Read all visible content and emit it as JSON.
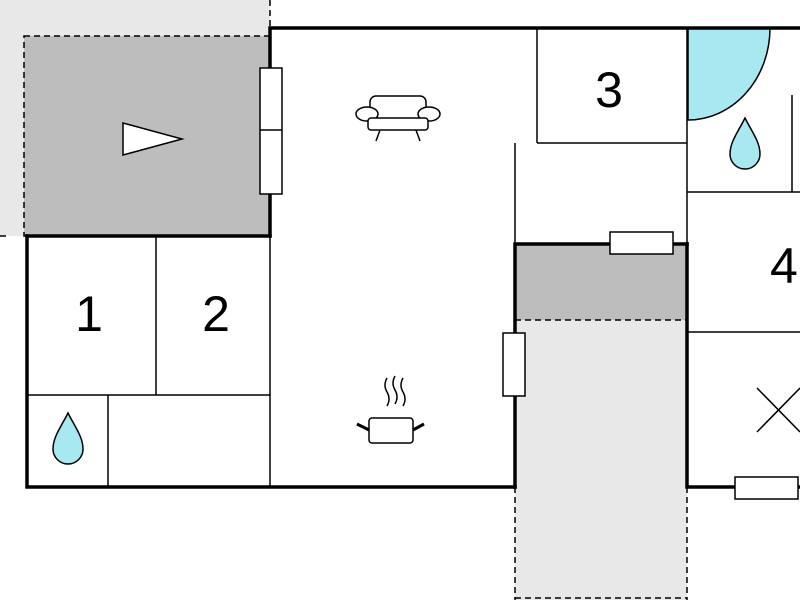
{
  "floor_plan": {
    "room_labels": [
      "1",
      "2",
      "3",
      "4"
    ],
    "icons": [
      "entrance-arrow-icon",
      "sofa-icon",
      "cooking-pot-icon",
      "water-drop-icon",
      "shower-icon",
      "cross-icon",
      "window-icon"
    ],
    "colors": {
      "wall": "#000000",
      "terrace_light": "#e8e8e8",
      "terrace_dark": "#bdbdbd",
      "water": "#a8e8f0",
      "shower": "#a8e8f0"
    }
  }
}
